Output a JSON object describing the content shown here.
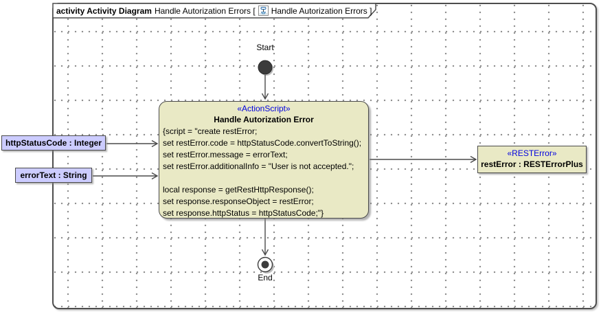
{
  "frame": {
    "keyword": "activity Activity Diagram",
    "title": "Handle Autorization Errors [",
    "ref": "Handle Autorization Errors ]",
    "icon": "activity-diagram-icon"
  },
  "nodes": {
    "start": {
      "label": "Start"
    },
    "end": {
      "label": "End"
    },
    "action": {
      "stereotype": "«ActionScript»",
      "title": "Handle Autorization Error",
      "script_lines": [
        "{script = \"create restError;",
        "set restError.code = httpStatusCode.convertToString();",
        "set restError.message = errorText;",
        "set restError.additionalInfo = \"User is not accepted.\";",
        "",
        "local response = getRestHttpResponse();",
        "set response.responseObject = restError;",
        "set response.httpStatus = httpStatusCode;\"}"
      ]
    },
    "param_http_status": {
      "label": "httpStatusCode : Integer"
    },
    "param_error_text": {
      "label": "errorText : String"
    },
    "rest_error": {
      "stereotype": "«RESTError»",
      "label": "restError : RESTErrorPlus"
    }
  },
  "colors": {
    "action_fill": "#E9E9C5",
    "param_fill": "#CCCCFF",
    "stereotype_text": "#0000E0",
    "line": "#4A4A4A",
    "grid_dot": "#8C8C8C"
  }
}
